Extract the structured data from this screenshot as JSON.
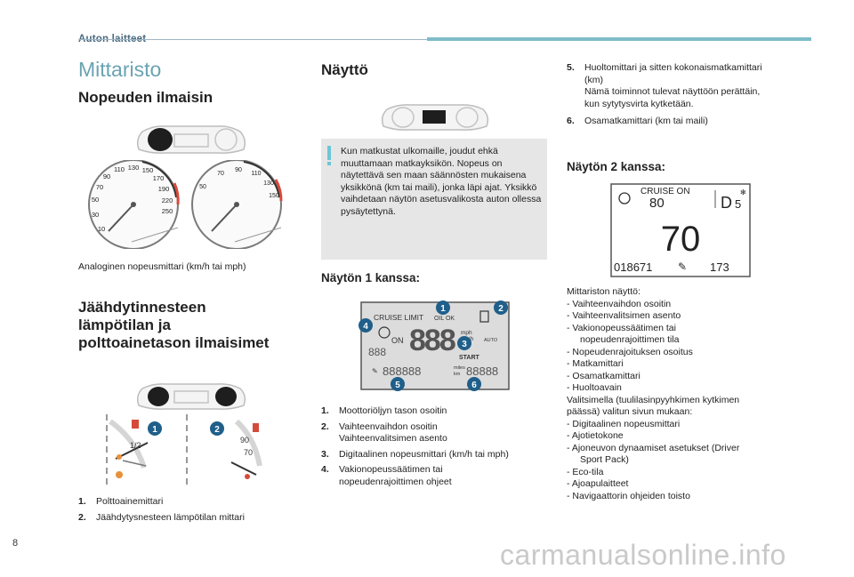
{
  "header": {
    "section": "Auton laitteet"
  },
  "page_number": "8",
  "watermark": "carmanualsonline.info",
  "left": {
    "title": "Mittaristo",
    "speed": {
      "heading": "Nopeuden ilmaisin",
      "caption": "Analoginen nopeusmittari (km/h tai mph)",
      "kmh_ticks": [
        "10",
        "30",
        "50",
        "70",
        "90",
        "110",
        "130",
        "150",
        "170",
        "190",
        "220",
        "250"
      ],
      "mph_ticks": [
        "50",
        "70",
        "90",
        "110",
        "130",
        "150"
      ]
    },
    "coolant": {
      "heading_lines": [
        "Jäähdytinnesteen",
        "lämpötilan ja",
        "polttoainetason ilmaisimet"
      ],
      "gauge_labels": {
        "half": "1/2",
        "temp_top": "90",
        "temp_mid": "70"
      },
      "callouts": [
        "1",
        "2"
      ],
      "list": [
        {
          "num": "1.",
          "text": "Polttoainemittari"
        },
        {
          "num": "2.",
          "text": "Jäähdytysnesteen lämpötilan mittari"
        }
      ]
    }
  },
  "middle": {
    "heading": "Näyttö",
    "info_text": "Kun matkustat ulkomaille, joudut ehkä muuttamaan matkayksikön. Nopeus on näytettävä sen maan säännösten mukaisena yksikkönä (km tai maili), jonka läpi ajat. Yksikkö vaihdetaan näytön asetusvalikosta auton ollessa pysäytettynä.",
    "display1": {
      "heading": "Näytön 1 kanssa:",
      "lcd": {
        "cruise": "CRUISE LIMIT",
        "oil": "OIL OK",
        "speed": "888",
        "mph": "mph",
        "kmh": "km/h",
        "on": "ON",
        "gear": "888",
        "odo": "888888",
        "trip": "88888",
        "miles": "miles",
        "km": "km",
        "start": "START",
        "auto": "AUTO"
      },
      "callouts": [
        "1",
        "2",
        "3",
        "4",
        "5",
        "6"
      ],
      "list": [
        {
          "num": "1.",
          "lines": [
            "Moottoriöljyn tason osoitin"
          ]
        },
        {
          "num": "2.",
          "lines": [
            "Vaihteenvaihdon osoitin",
            "Vaihteenvalitsimen asento"
          ]
        },
        {
          "num": "3.",
          "lines": [
            "Digitaalinen nopeusmittari (km/h tai mph)"
          ]
        },
        {
          "num": "4.",
          "lines": [
            "Vakionopeussäätimen tai",
            "nopeudenrajoittimen ohjeet"
          ]
        }
      ]
    }
  },
  "right": {
    "list_top": [
      {
        "num": "5.",
        "lines": [
          "Huoltomittari ja sitten kokonaismatkamittari",
          "(km)",
          "Nämä toiminnot tulevat näyttöön perättäin,",
          "kun sytytysvirta kytketään."
        ]
      },
      {
        "num": "6.",
        "lines": [
          "Osamatkamittari (km tai maili)"
        ]
      }
    ],
    "display2": {
      "heading": "Näytön 2 kanssa:",
      "screen": {
        "cruise": "CRUISE ON",
        "set_speed": "80",
        "gear": "D",
        "gear_num": "5",
        "speed": "70",
        "odometer": "018671",
        "service": "173"
      }
    },
    "body_lines": [
      {
        "text": "Mittariston näyttö:",
        "indent": false
      },
      {
        "text": "-   Vaihteenvaihdon osoitin",
        "indent": false
      },
      {
        "text": "-   Vaihteenvalitsimen asento",
        "indent": false
      },
      {
        "text": "-   Vakionopeussäätimen tai",
        "indent": false
      },
      {
        "text": "nopeudenrajoittimen tila",
        "indent": true
      },
      {
        "text": "-   Nopeudenrajoituksen osoitus",
        "indent": false
      },
      {
        "text": "-   Matkamittari",
        "indent": false
      },
      {
        "text": "-   Osamatkamittari",
        "indent": false
      },
      {
        "text": "-   Huoltoavain",
        "indent": false
      },
      {
        "text": "Valitsimella (tuulilasinpyyhkimen kytkimen",
        "indent": false
      },
      {
        "text": "päässä) valitun sivun mukaan:",
        "indent": false
      },
      {
        "text": "-   Digitaalinen nopeusmittari",
        "indent": false
      },
      {
        "text": "-   Ajotietokone",
        "indent": false
      },
      {
        "text": "-   Ajoneuvon dynaamiset asetukset (Driver",
        "indent": false
      },
      {
        "text": "Sport Pack)",
        "indent": true
      },
      {
        "text": "-   Eco-tila",
        "indent": false
      },
      {
        "text": "-   Ajoapulaitteet",
        "indent": false
      },
      {
        "text": "-   Navigaattorin ohjeiden toisto",
        "indent": false
      }
    ]
  },
  "colors": {
    "accent": "#6cc6d6",
    "callout": "#1f5f8a",
    "title": "#6aa3b2",
    "red": "#d64a3a",
    "orange": "#e8913a"
  }
}
